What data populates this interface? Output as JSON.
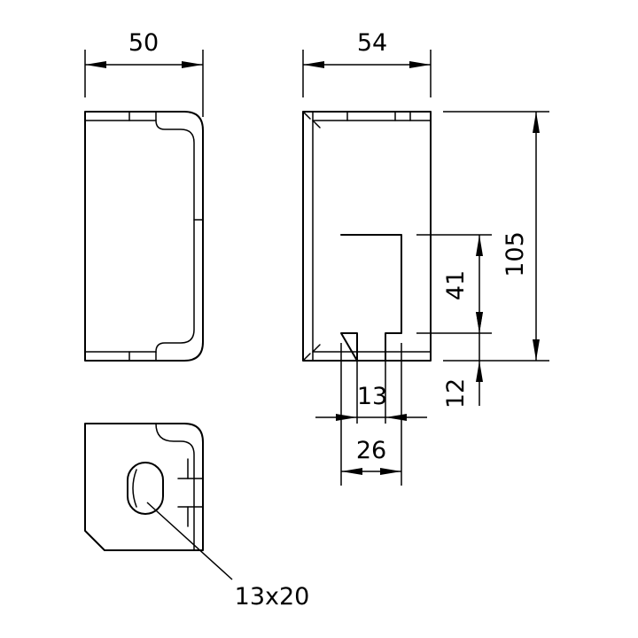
{
  "dimensions": {
    "side_width": "50",
    "front_width": "54",
    "height": "105",
    "slot_length": "41",
    "slot_offset": "12",
    "slot_width": "13",
    "tab_width": "26",
    "hole_size": "13x20"
  }
}
